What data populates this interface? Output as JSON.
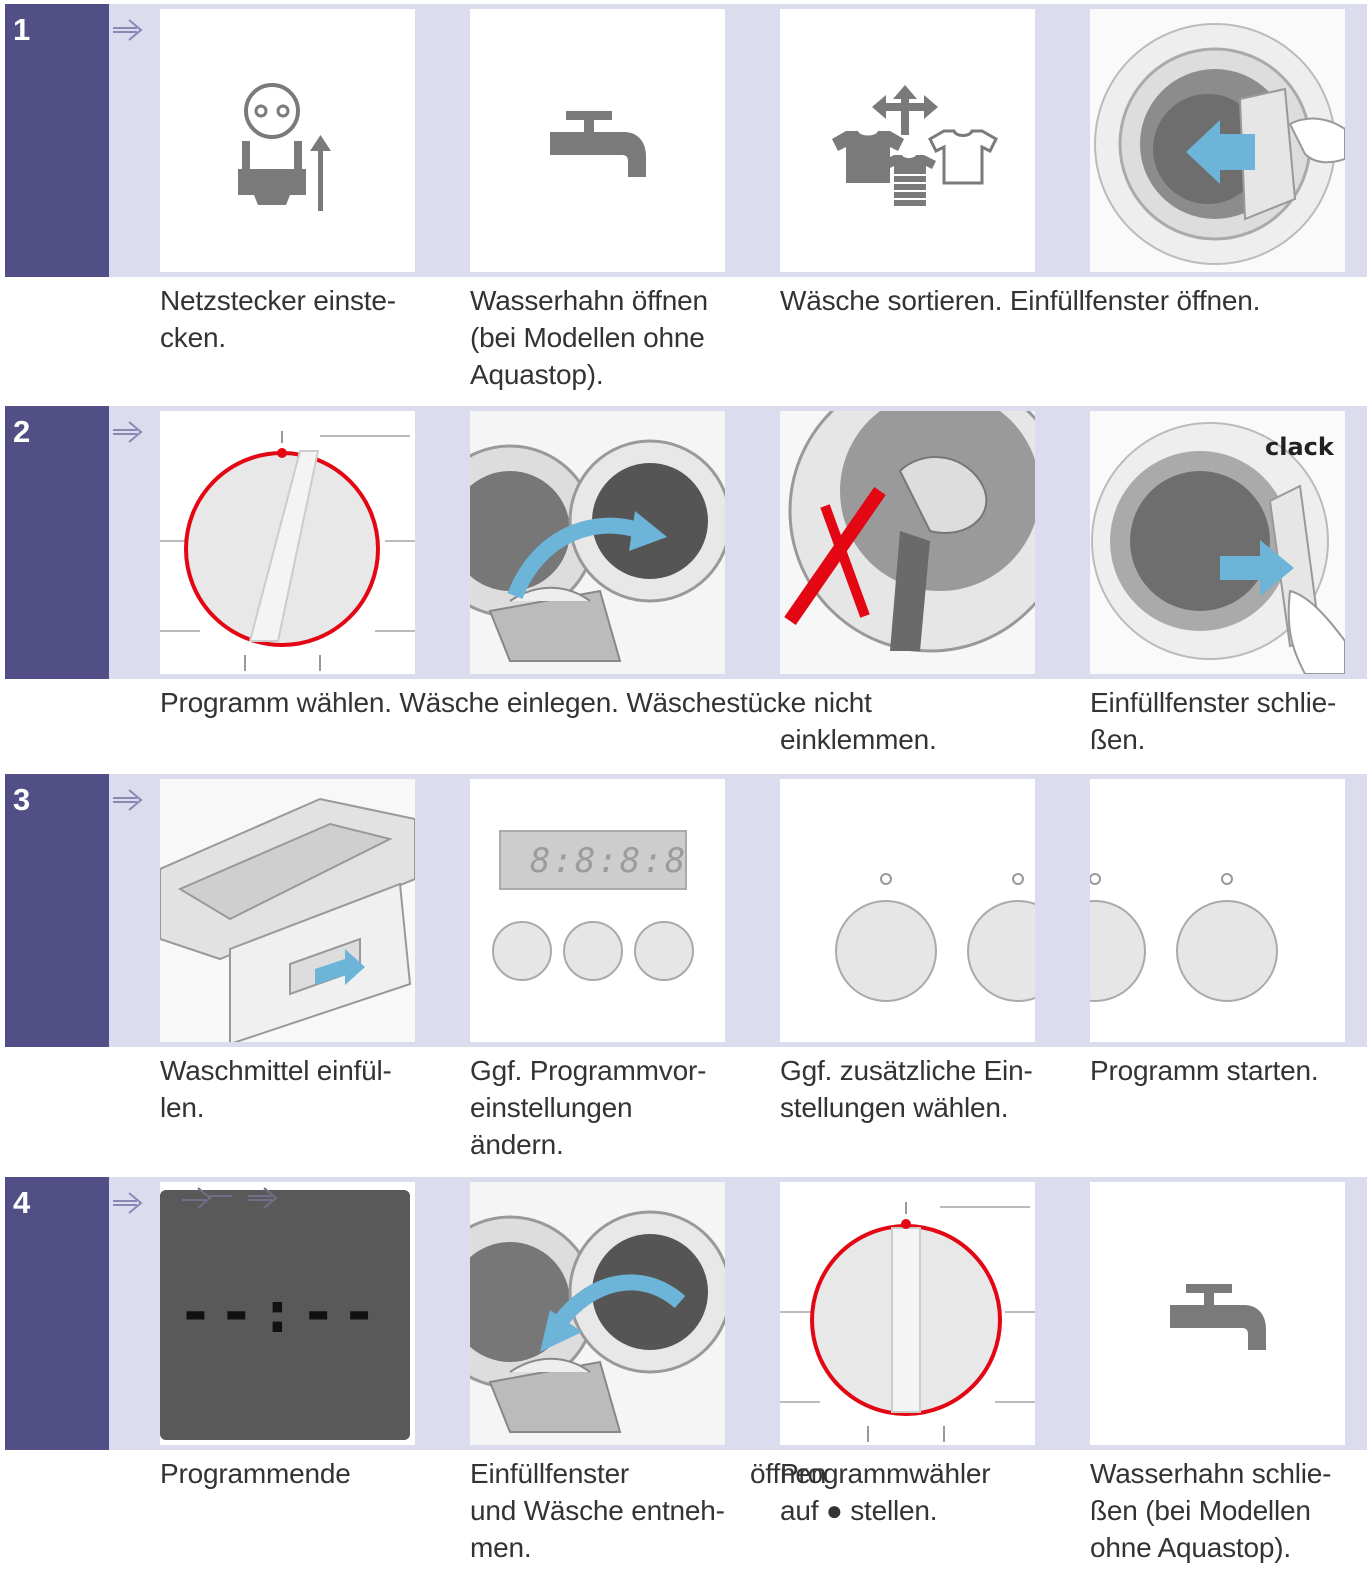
{
  "steps": [
    {
      "number": "1",
      "captions": [
        "Netzstecker einste-\ncken.",
        "Wasserhahn öffnen\n(bei Modellen ohne\nAquastop).",
        "Wäsche sortieren. Einfüllfenster öffnen."
      ]
    },
    {
      "number": "2",
      "captions": [
        "Programm wählen. Wäsche einlegen. Wäschestücke nicht",
        "einklemmen.",
        "Einfüllfenster schlie-\nßen."
      ],
      "clack_label": "clack"
    },
    {
      "number": "3",
      "captions": [
        "Waschmittel einfül-\nlen.",
        "Ggf. Programmvor-\neinstellungen\nändern.",
        "Ggf. zusätzliche Ein-\nstellungen wählen.",
        "Programm starten."
      ],
      "display_text": "8:8:8:8"
    },
    {
      "number": "4",
      "captions": [
        "Programmende",
        "Einfüllfenster\nund Wäsche entneh-\nmen.",
        "öffnen",
        "Programmwähler\nauf ● stellen.",
        "Wasserhahn schlie-\nßen (bei Modellen\nohne Aquastop)."
      ],
      "display_text": "--:--"
    }
  ],
  "colors": {
    "band": "#dcdcef",
    "number_cell": "#514f86",
    "icon_gray": "#7a7a7a",
    "arrow_blue": "#6cb4d8",
    "dial_red": "#e30613"
  },
  "icons": [
    "arrow-right-icon",
    "power-plug-icon",
    "water-tap-icon",
    "sort-laundry-icon",
    "door-open-icon",
    "program-dial-icon",
    "load-laundry-icon",
    "no-pinch-icon",
    "door-close-icon",
    "detergent-drawer-icon",
    "display-buttons-icon",
    "option-buttons-icon",
    "start-button-icon",
    "display-end-icon",
    "unload-laundry-icon"
  ]
}
